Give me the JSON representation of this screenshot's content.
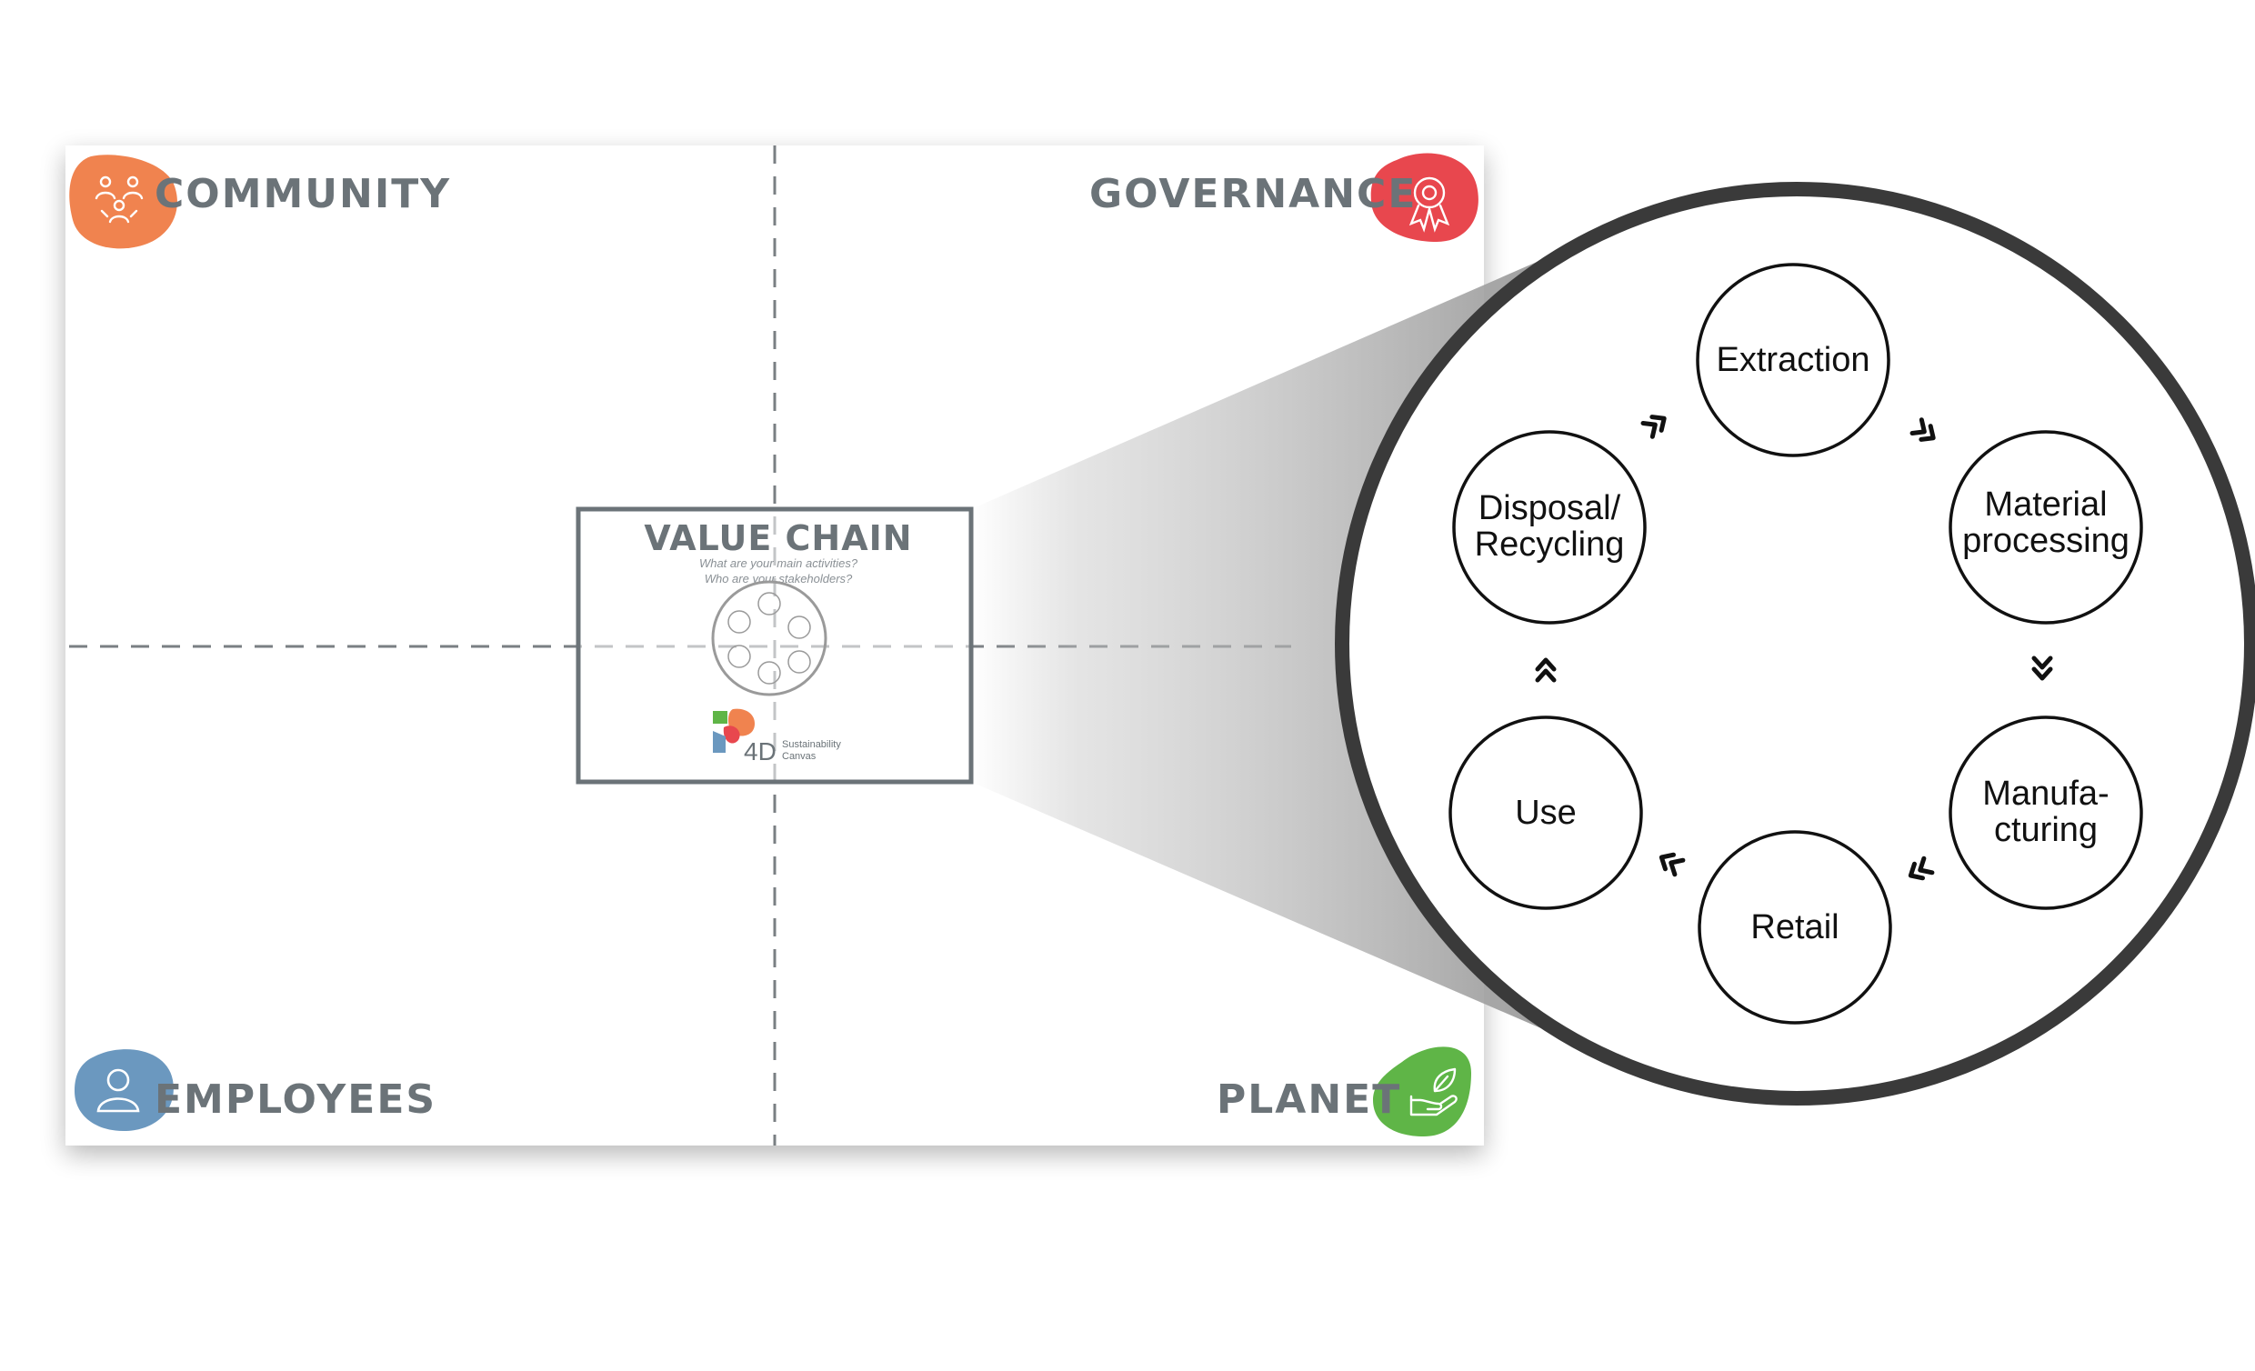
{
  "quadrants": {
    "top_left": "COMMUNITY",
    "top_right": "GOVERNANCE",
    "bottom_left": "EMPLOYEES",
    "bottom_right": "PLANET"
  },
  "value_chain": {
    "title": "VALUE CHAIN",
    "question_1": "What are your main activities?",
    "question_2": "Who are your stakeholders?"
  },
  "logo": {
    "mark": "4D",
    "line_1": "Sustainability",
    "line_2": "Canvas"
  },
  "cycle": {
    "nodes": [
      {
        "id": "extraction",
        "lines": [
          "Extraction"
        ]
      },
      {
        "id": "material-processing",
        "lines": [
          "Material",
          "processing"
        ]
      },
      {
        "id": "manufacturing",
        "lines": [
          "Manufa-",
          "cturing"
        ]
      },
      {
        "id": "retail",
        "lines": [
          "Retail"
        ]
      },
      {
        "id": "use",
        "lines": [
          "Use"
        ]
      },
      {
        "id": "disposal-recycling",
        "lines": [
          "Disposal/",
          "Recycling"
        ]
      }
    ]
  },
  "icons": {
    "community": "people-group-icon",
    "governance": "award-gear-icon",
    "employees": "person-icon",
    "planet": "hand-leaf-icon",
    "arrows": "double-chevron-icon"
  },
  "colors": {
    "community": "#f0834f",
    "governance": "#e8474e",
    "employees": "#6b98bf",
    "planet": "#5fb547",
    "label_gray": "#6b7378",
    "ring": "#3a3a3a"
  }
}
